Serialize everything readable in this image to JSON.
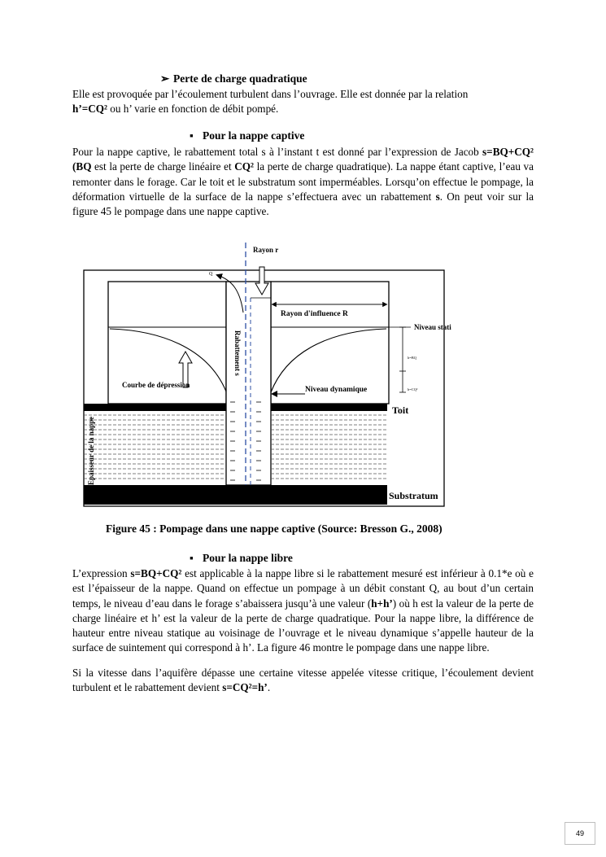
{
  "section1": {
    "heading": "Perte de charge quadratique",
    "line1": "Elle est provoquée par l’écoulement turbulent dans l’ouvrage. Elle est donnée par la   relation",
    "formula": "h’=CQ²",
    "line2_rest": "  ou h’ varie en fonction de débit pompé."
  },
  "section2": {
    "heading": "Pour la nappe captive",
    "t1": "Pour la nappe captive, le rabattement total s à l’instant t est donné par l’expression de Jacob ",
    "f1": "s=BQ+CQ² (BQ",
    "t2": " est la perte de charge linéaire et ",
    "f2": "CQ²",
    "t3": " la perte de charge quadratique). La nappe étant captive, l’eau va remonter dans le forage. Car le toit et le substratum sont imperméables. Lorsqu’on effectue le  pompage, la déformation virtuelle de la surface de la nappe s’effectuera avec un rabattement ",
    "f3": "s",
    "t4": ". On peut voir sur la figure 45 le pompage dans une nappe captive."
  },
  "figure": {
    "rayon_r": "Rayon r",
    "q_label": "Q",
    "rayon_influence": "Rayon d'influence R",
    "niveau_statique": "Niveau statique initial fictif",
    "rabattement": "Rabattement s",
    "hbq": "h=BQ",
    "hcq": "h=CQ²",
    "courbe": "Courbe de dépression",
    "niveau_dynamique": "Niveau dynamique",
    "toit": "Toit",
    "epaisseur": "Epaisseur de la nappe",
    "substratum": "Substratum"
  },
  "caption": "Figure 45 : Pompage dans une nappe captive  (Source: Bresson G., 2008)",
  "section3": {
    "heading": "Pour la nappe libre",
    "t1": "L’expression ",
    "f1": "s=BQ+CQ²",
    "t2": " est applicable à la nappe libre si le rabattement mesuré est inférieur à 0.1*e où e est l’épaisseur de la nappe. Quand on effectue  un pompage à un débit constant Q, au bout d’un certain temps, le niveau d’eau dans le forage s’abaissera jusqu’à une valeur (",
    "f2": "h+h’",
    "t3": ") où h est la valeur de la perte de charge linéaire et h’ est la valeur de la perte de charge quadratique. Pour la nappe libre, la différence de hauteur entre niveau statique au voisinage de l’ouvrage et le niveau dynamique s’appelle hauteur de la surface de suintement qui correspond à h’. La figure 46 montre le pompage dans une nappe libre."
  },
  "section4": {
    "t1": " Si la vitesse dans l’aquifère dépasse une certaine vitesse appelée vitesse critique, l’écoulement devient turbulent et le rabattement devient ",
    "f1": "s=CQ²=h’",
    "t2": "."
  },
  "page_number": "49"
}
